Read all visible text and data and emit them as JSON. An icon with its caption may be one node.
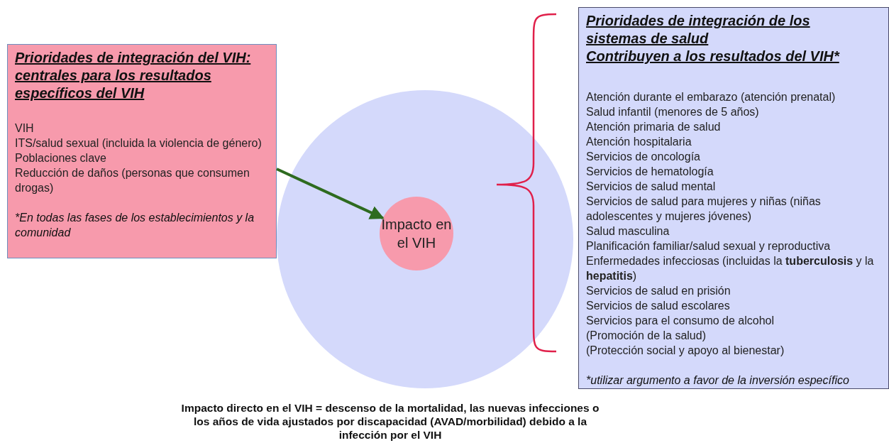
{
  "diagram": {
    "nodes": [
      {
        "text": [
          "Prioridades de integración del VIH: centrales para los resultados específicos del VIH",
          "VIH",
          "ITS/salud sexual (incluida la violencia de género)",
          "Poblaciones clave",
          "Reducción de daños (personas que consumen drogas)",
          "*En todas las fases de los establecimientos y la comunidad"
        ]
      },
      {
        "text": [],
        "shape": "circle"
      },
      {
        "text": [
          "Impacto en el VIH"
        ],
        "in": 1
      },
      {
        "text": [
          "Prioridades de integración de los sistemas de salud",
          "Contribuyen a los resultados del VIH*",
          "Atención durante el embarazo (atención prenatal)",
          "Salud infantil (menores de 5 años)",
          "Atención primaria de salud",
          "Atención hospitalaria",
          "Servicios de oncología",
          "Servicios de hematología",
          "Servicios de salud mental",
          "Servicios de salud para mujeres y niñas (niñas adolescentes y mujeres jóvenes)",
          "Salud masculina",
          "Planificación familiar/salud sexual y reproductiva",
          "Enfermedades infecciosas (incluidas la **tuberculosis** y la **hepatitis**)",
          "Servicios de salud en prisión",
          "Servicios de salud escolares",
          "Servicios para el consumo de alcohol",
          "(Promoción de la salud)",
          "(Protección social y apoyo al bienestar)",
          "*utilizar argumento a favor de la inversión específico"
        ]
      }
    ],
    "edges": [
      {
        "from": 0,
        "to": 2,
        "arrow": "to",
        "color": "#2e6b1f"
      }
    ],
    "caption": "Impacto directo en el VIH = descenso de la mortalidad, las nuevas infecciones o los años de vida ajustados por discapacidad (AVAD/morbilidad) debido a la infección por el VIH"
  }
}
